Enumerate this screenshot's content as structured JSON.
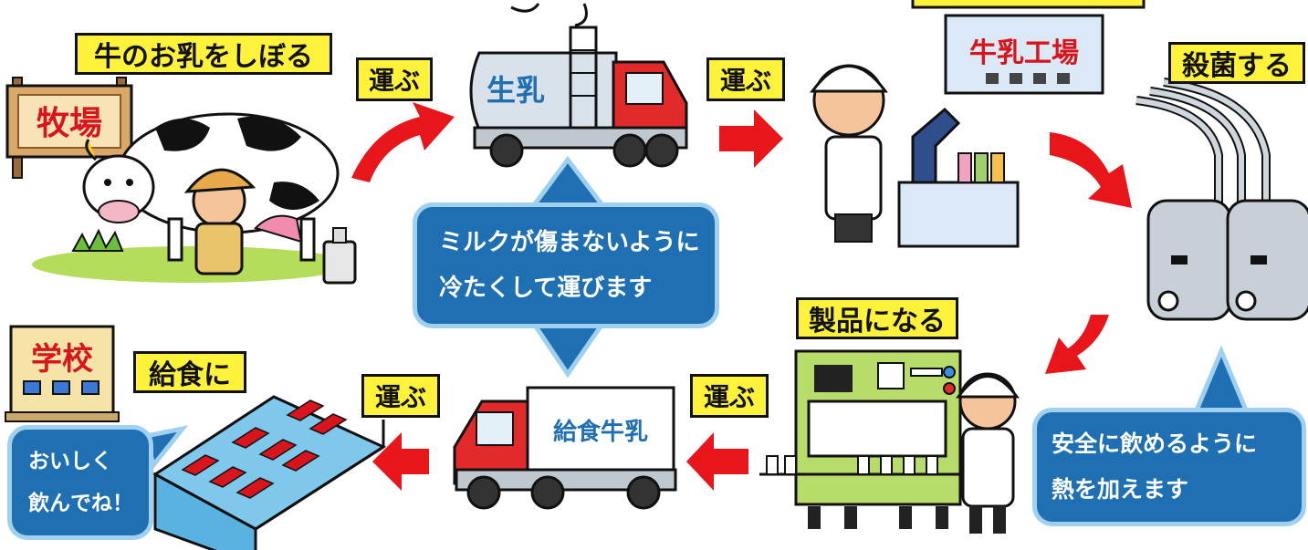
{
  "steps": {
    "milking": "牛のお乳をしぼる",
    "sterilize": "殺菌する",
    "product": "製品になる",
    "lunch": "給食に"
  },
  "transport_label": "運ぶ",
  "signs": {
    "farm": "牧場",
    "factory": "牛乳工場",
    "school": "学校"
  },
  "trucks": {
    "tanker": "生乳",
    "delivery": "給食牛乳"
  },
  "bubbles": {
    "cold": [
      "ミルクが傷まないように",
      "冷たくして運びます"
    ],
    "heat": [
      "安全に飲めるように",
      "熱を加えます"
    ],
    "enjoy": [
      "おいしく",
      "飲んでね！"
    ]
  },
  "colors": {
    "label_bg": "#fff23a",
    "arrow": "#e8151b",
    "bubble": "#1f6fb3",
    "sign_text": "#d8141c"
  }
}
